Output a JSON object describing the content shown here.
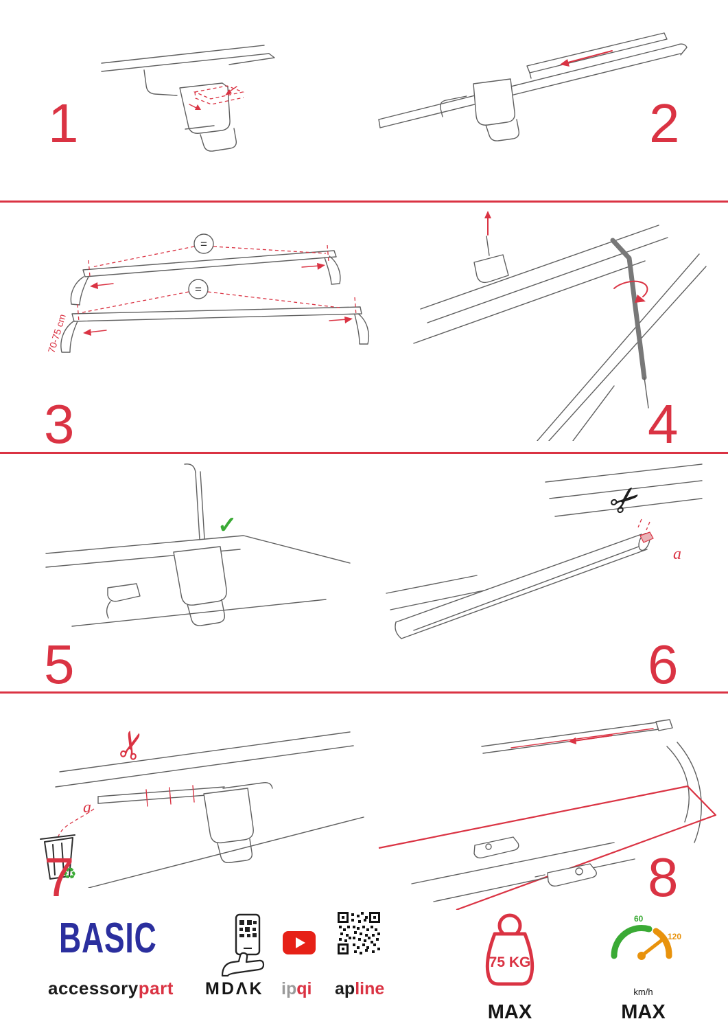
{
  "colors": {
    "accent_red": "#da3343",
    "brand_navy": "#2b2f9e",
    "green": "#3aaa35",
    "orange": "#e8920c",
    "line_gray": "#5f5f5f"
  },
  "icons": {
    "scissors": "✂",
    "check": "✓",
    "recycle": "♻"
  },
  "steps": [
    {
      "number": "1"
    },
    {
      "number": "2"
    },
    {
      "number": "3",
      "measure_label": "70-75 cm",
      "equal_symbol": "="
    },
    {
      "number": "4"
    },
    {
      "number": "5"
    },
    {
      "number": "6",
      "label_a": "a"
    },
    {
      "number": "7",
      "label_a": "a"
    },
    {
      "number": "8"
    }
  ],
  "footer": {
    "brand_primary": "BASIC",
    "brand_secondary_black": "accessory",
    "brand_secondary_red": "part",
    "logo_mdak": "MDΛK",
    "logo_ipqi_gray": "ip",
    "logo_ipqi_red": "qi",
    "logo_apline_black": "ap",
    "logo_apline_red": "line",
    "weight_value": "75 KG",
    "weight_max_label": "MAX",
    "speed_60": "60",
    "speed_120": "120",
    "speed_unit": "km/h",
    "speed_max_label": "MAX"
  }
}
